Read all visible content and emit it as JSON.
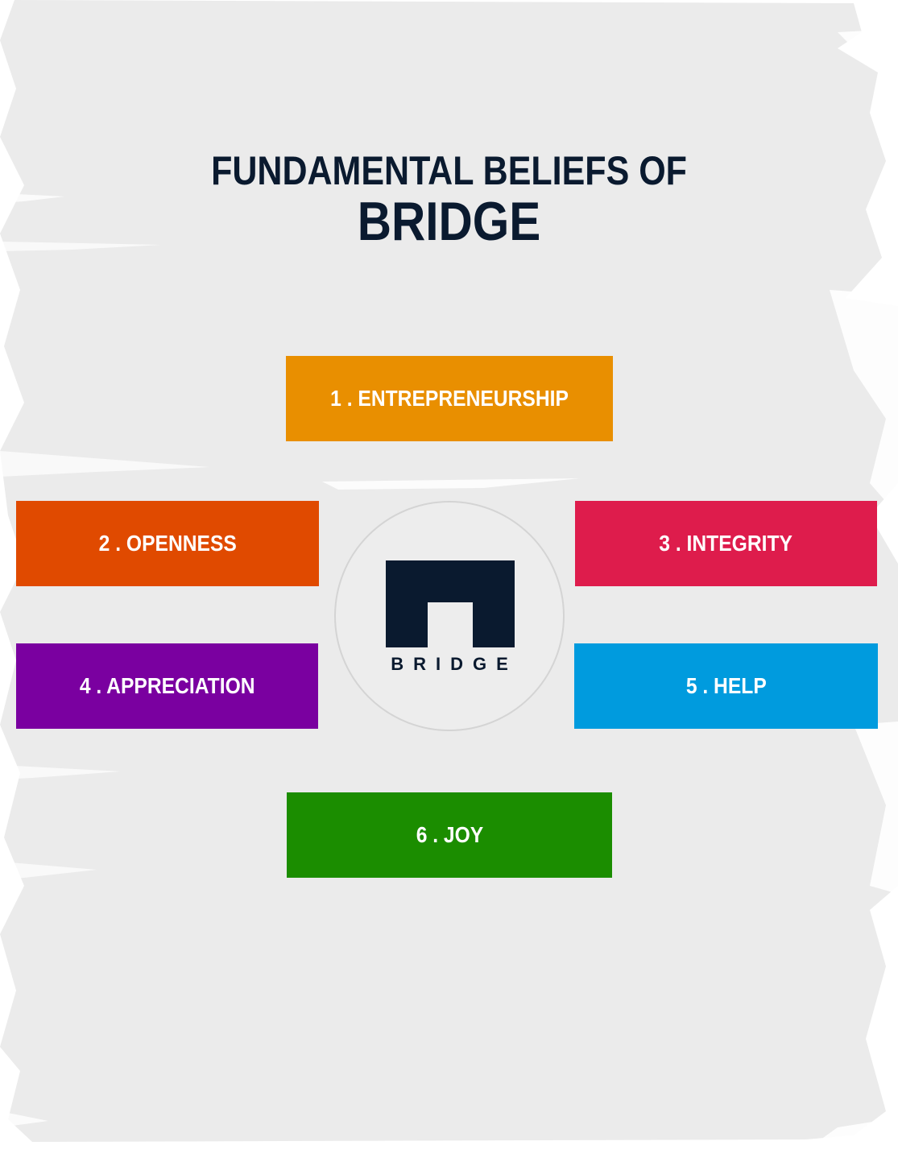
{
  "title": {
    "line1": "FUNDAMENTAL BELIEFS OF",
    "line2": "BRIDGE"
  },
  "logo": {
    "wordmark": "BRIDGE",
    "color": "#0a1a2f"
  },
  "beliefs": [
    {
      "label": "1 . ENTREPRENEURSHIP",
      "color": "#e98f00"
    },
    {
      "label": "2 . OPENNESS",
      "color": "#e04a00"
    },
    {
      "label": "3 . INTEGRITY",
      "color": "#de1c4c"
    },
    {
      "label": "4 . APPRECIATION",
      "color": "#7a00a0"
    },
    {
      "label": "5 . HELP",
      "color": "#009bde"
    },
    {
      "label": "6 . JOY",
      "color": "#1b8d00"
    }
  ]
}
